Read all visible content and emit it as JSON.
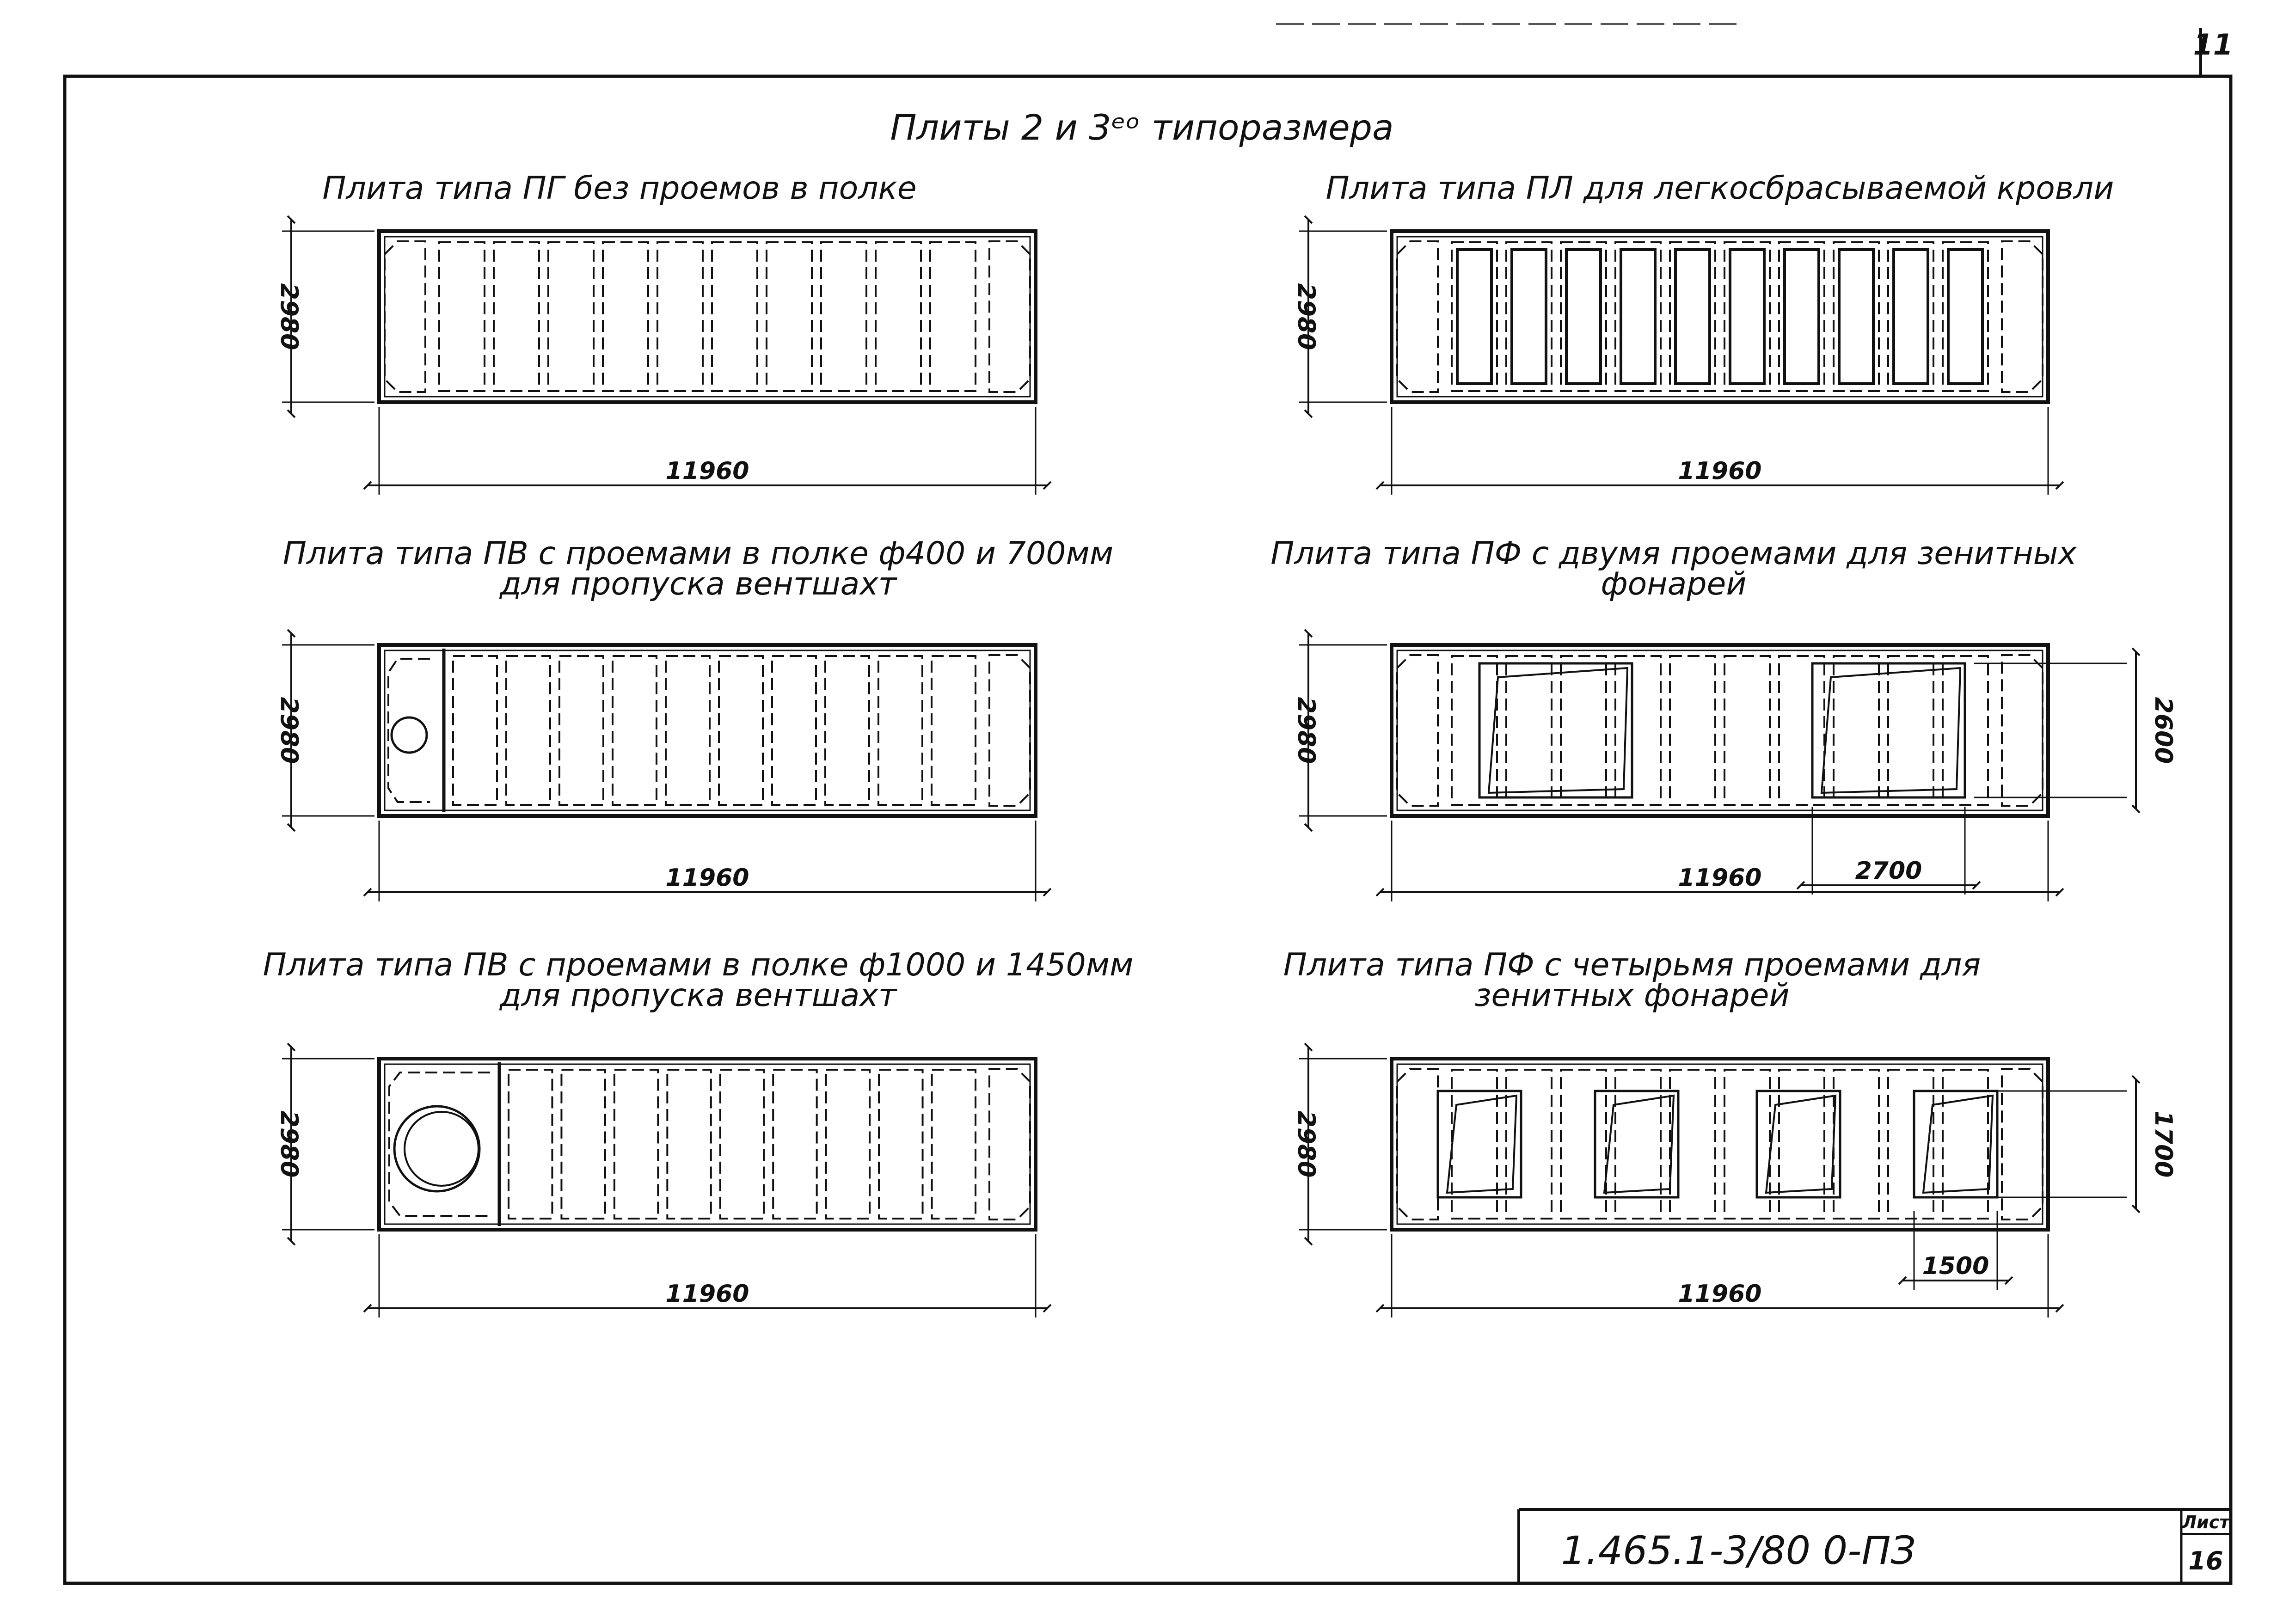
{
  "sheet": {
    "corner_number": "11",
    "title": "Плиты 2 и 3ᵉᵒ типоразмера",
    "code": "1.465.1-3/80 0-ПЗ",
    "sheet_label": "Лист",
    "sheet_number": "16"
  },
  "panels": [
    {
      "id": "pg",
      "caption": [
        "Плита типа ПГ без проемов в полке"
      ],
      "length": "11960",
      "width": "2980",
      "opening": null
    },
    {
      "id": "pl",
      "caption": [
        "Плита типа ПЛ для легкосбрасываемой кровли"
      ],
      "length": "11960",
      "width": "2980",
      "opening": null
    },
    {
      "id": "pv1",
      "caption": [
        "Плита типа ПВ с проемами в полке ф400 и 700мм",
        "для пропуска вентшахт"
      ],
      "length": "11960",
      "width": "2980",
      "opening": null
    },
    {
      "id": "pf2",
      "caption": [
        "Плита типа ПФ с двумя проемами для зенитных",
        "фонарей"
      ],
      "length": "11960",
      "width": "2980",
      "opening": {
        "w": "2700",
        "h": "2600"
      }
    },
    {
      "id": "pv2",
      "caption": [
        "Плита типа ПВ с проемами в полке ф1000 и 1450мм",
        "для пропуска вентшахт"
      ],
      "length": "11960",
      "width": "2980",
      "opening": null
    },
    {
      "id": "pf4",
      "caption": [
        "Плита типа ПФ с четырьмя проемами для",
        "зенитных фонарей"
      ],
      "length": "11960",
      "width": "2980",
      "opening": {
        "w": "1500",
        "h": "1700"
      }
    }
  ]
}
